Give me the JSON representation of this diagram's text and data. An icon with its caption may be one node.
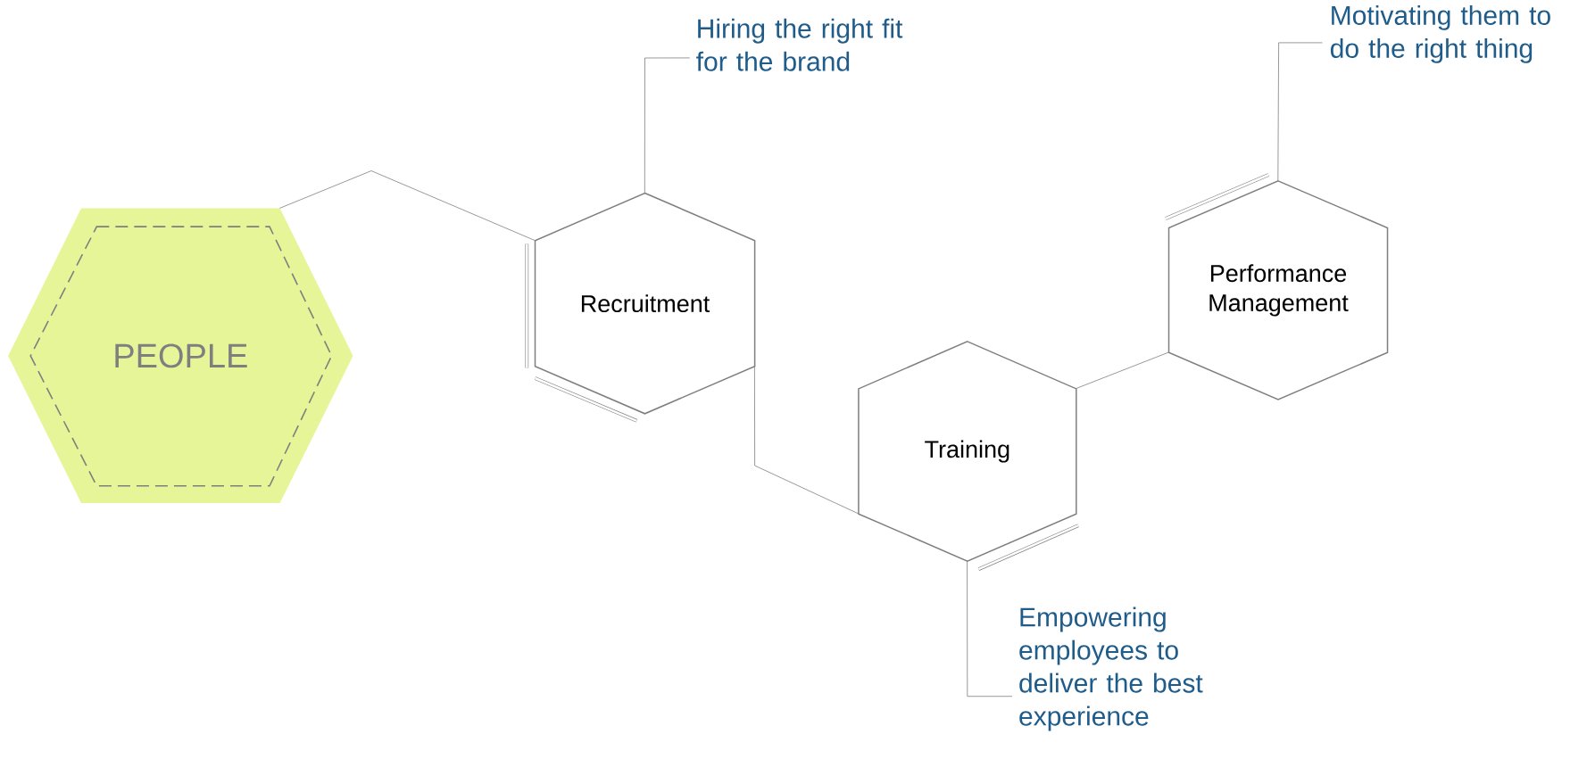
{
  "diagram": {
    "nodes": [
      {
        "text": [
          "PEOPLE"
        ]
      },
      {
        "text": [
          "Recruitment"
        ]
      },
      {
        "text": [
          "Hiring the right fit for the brand"
        ]
      },
      {
        "text": [
          "Training"
        ]
      },
      {
        "text": [
          "Performance Management"
        ]
      },
      {
        "text": [
          "Motivating them to do the right thing"
        ]
      },
      {
        "text": [
          "Empowering employees to deliver the best experience"
        ]
      }
    ],
    "edges": [
      {
        "from": 0,
        "to": 1,
        "arrow": "none"
      },
      {
        "from": 1,
        "to": 3,
        "arrow": "none"
      },
      {
        "from": 3,
        "to": 4,
        "arrow": "none"
      },
      {
        "from": 2,
        "to": 1,
        "arrow": "none"
      },
      {
        "from": 5,
        "to": 4,
        "arrow": "none"
      },
      {
        "from": 6,
        "to": 3,
        "arrow": "none"
      }
    ]
  }
}
